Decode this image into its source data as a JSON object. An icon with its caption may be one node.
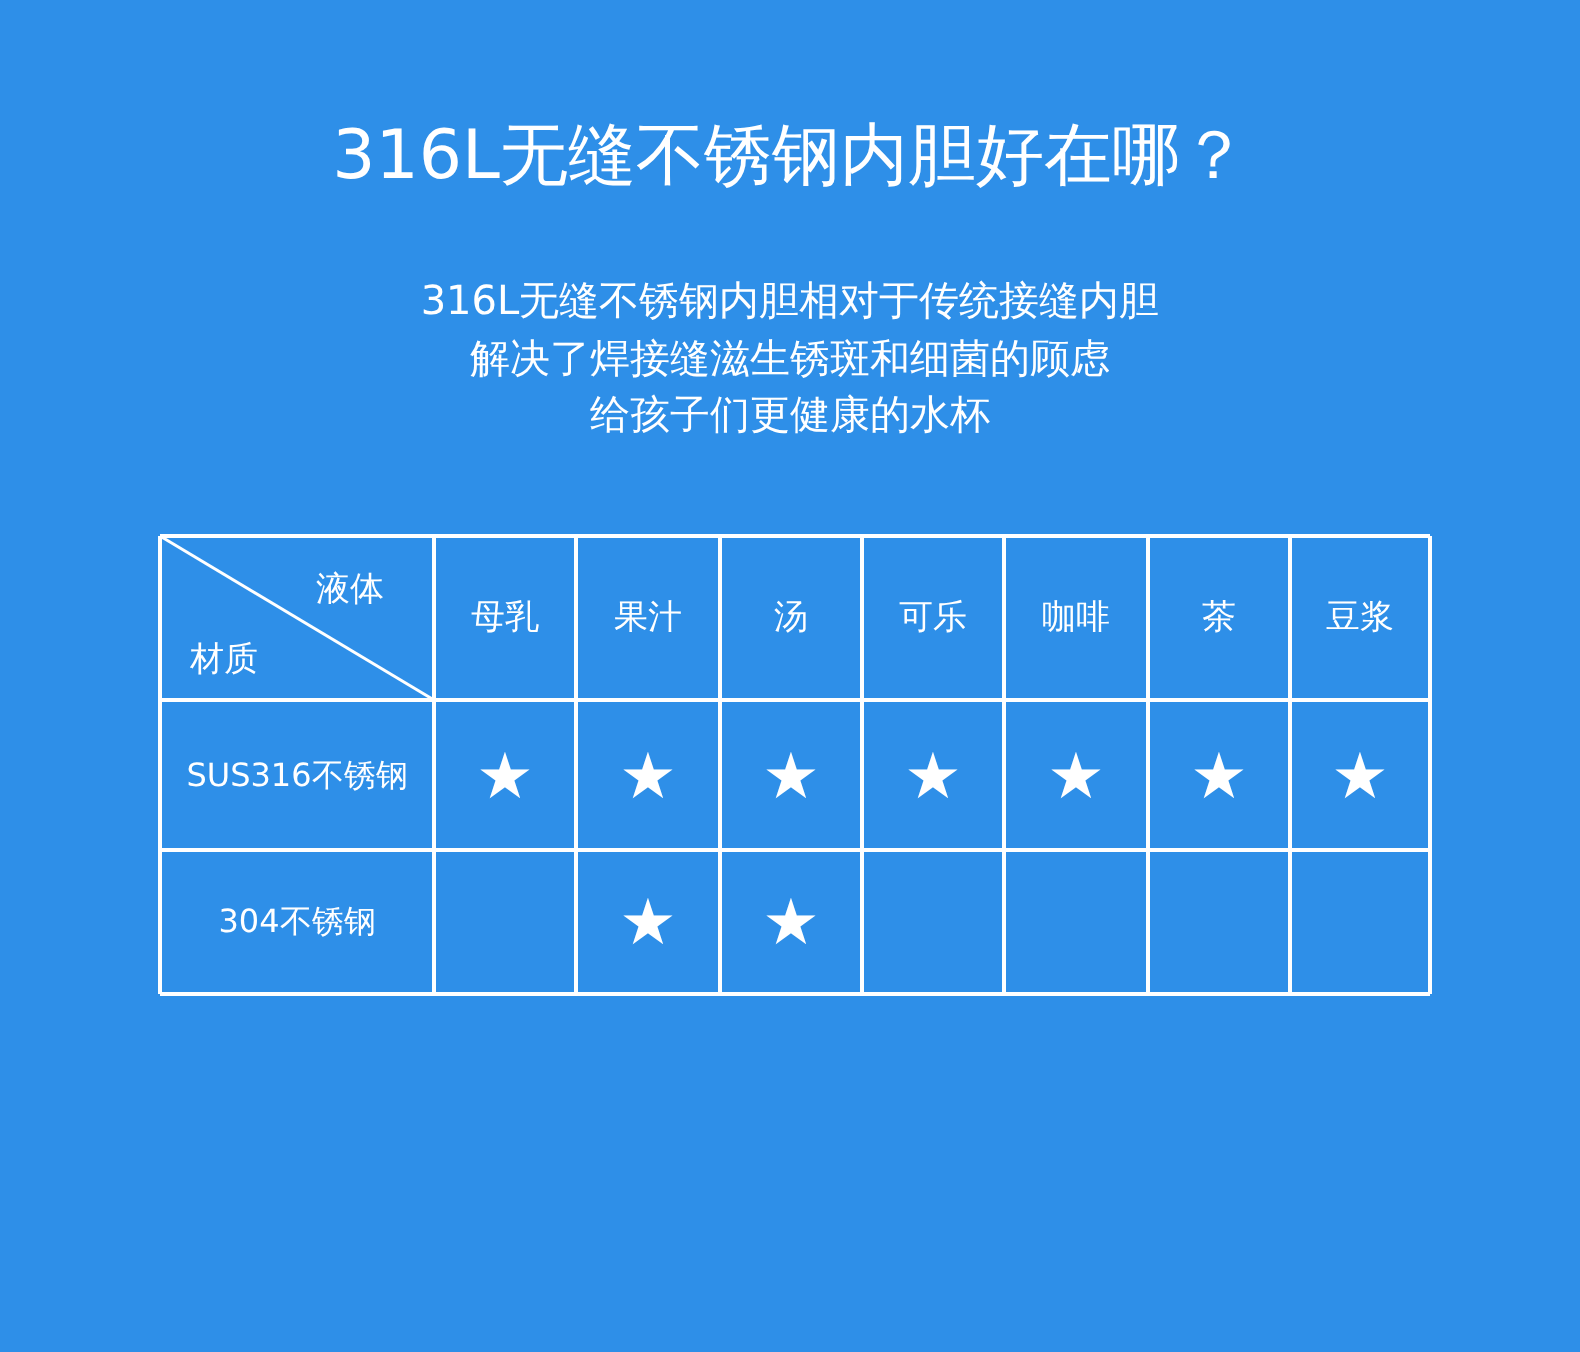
{
  "diagram": {
    "title": "316L无缝不锈钢内胆好在哪？",
    "labels": [
      "316L无缝不锈钢内胆相对于传统接缝内胆",
      "解决了焊接缝滋生锈斑和细菌的顾虑",
      "给孩子们更健康的水杯",
      "液体",
      "材质",
      "母乳",
      "果汁",
      "汤",
      "可乐",
      "咖啡",
      "茶",
      "豆浆",
      "SUS316不锈钢",
      "★",
      "★",
      "★",
      "★",
      "★",
      "★",
      "★",
      "304不锈钢",
      "★",
      "★"
    ]
  }
}
